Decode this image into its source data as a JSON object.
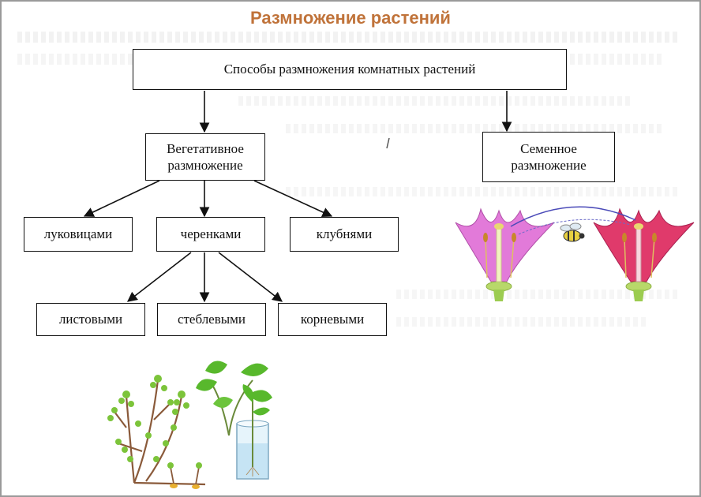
{
  "title": "Размножение растений",
  "diagram": {
    "root": "Способы размножения комнатных растений",
    "vegetative": "Вегетативное размножение",
    "seed": "Семенное размножение",
    "vegetative_children": [
      "луковицами",
      "черенками",
      "клубнями"
    ],
    "cutting_types": [
      "листовыми",
      "стеблевыми",
      "корневыми"
    ]
  },
  "colors": {
    "title": "#c0733a",
    "flower_left": "#e27ad9",
    "flower_right": "#e03a6b",
    "leaf": "#58b82c"
  },
  "illustrations": {
    "pollination": "flowers-bee-icon",
    "cuttings": "plant-cuttings-icon"
  }
}
